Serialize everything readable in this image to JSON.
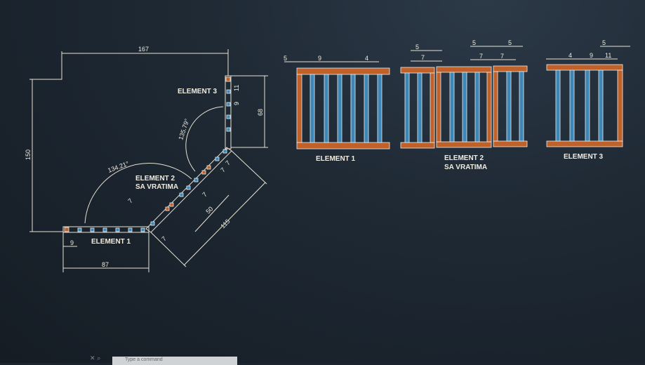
{
  "plan": {
    "labels": {
      "element1": "ELEMENT 1",
      "element2_l1": "ELEMENT 2",
      "element2_l2": "SA VRATIMA",
      "element3": "ELEMENT 3"
    },
    "dims": {
      "width": "167",
      "height": "150",
      "e1_len": "87",
      "e1_gap": "9",
      "e3_len": "68",
      "e3_gap1": "11",
      "e3_gap2": "9",
      "e2_len": "115",
      "e2_door": "50",
      "e2_g1": "7",
      "e2_g2": "7",
      "e2_g3": "7",
      "e2_g4": "7",
      "e2_g5": "7"
    },
    "angles": {
      "a1": "134.21°",
      "a2": "135.79°"
    }
  },
  "elevations": {
    "element1": {
      "label": "ELEMENT 1",
      "dims": [
        "5",
        "9",
        "4"
      ]
    },
    "element2": {
      "label_l1": "ELEMENT 2",
      "label_l2": "SA VRATIMA",
      "dims": [
        "5",
        "7",
        "5",
        "7",
        "5",
        "7"
      ]
    },
    "element3": {
      "label": "ELEMENT 3",
      "dims": [
        "4",
        "9",
        "11",
        "5"
      ]
    }
  },
  "colors": {
    "wood": "#c0612a",
    "baluster": "#3d87b8",
    "line": "#e8e2d2"
  },
  "command_line": {
    "placeholder": "Type a command"
  }
}
